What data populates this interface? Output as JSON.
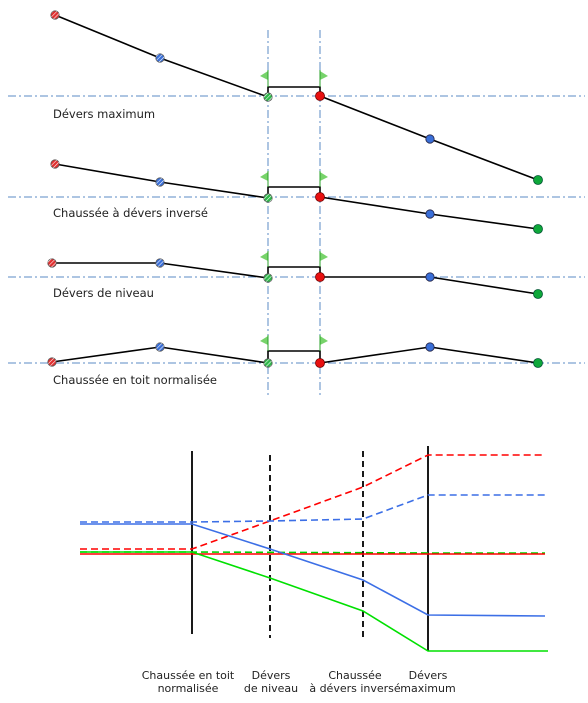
{
  "colors": {
    "guide": "#5b8bc5",
    "point_left_outer": "#e03030",
    "point_left_inner": "#3a6fd8",
    "point_pivot_left": "#2eb84a",
    "point_pivot_right": "#e81010",
    "point_right_inner": "#3a6fd8",
    "point_right_outer": "#0ea83a",
    "flag": "#77d36a",
    "red": "#ff0000",
    "blue": "#3c6fe6",
    "green": "#00e000",
    "black": "#000000"
  },
  "sections": [
    {
      "label": "Dévers maximum"
    },
    {
      "label": "Chaussée à dévers inversé"
    },
    {
      "label": "Dévers de niveau"
    },
    {
      "label": "Chaussée en toit normalisée"
    }
  ],
  "transition": {
    "stations": [
      {
        "line1": "Chaussée en toit",
        "line2": "normalisée",
        "style": "solid"
      },
      {
        "line1": "Dévers",
        "line2": "de niveau",
        "style": "dashed"
      },
      {
        "line1": "Chaussée",
        "line2": "à dévers inversé",
        "style": "dashed"
      },
      {
        "line1": "Dévers",
        "line2": "maximum",
        "style": "solid"
      }
    ],
    "series": [
      {
        "name": "red_dashed",
        "color": "red",
        "dashed": true
      },
      {
        "name": "blue_dashed",
        "color": "blue",
        "dashed": true
      },
      {
        "name": "green_dashed",
        "color": "green",
        "dashed": true
      },
      {
        "name": "red_solid",
        "color": "red",
        "dashed": false
      },
      {
        "name": "blue_solid",
        "color": "blue",
        "dashed": false
      },
      {
        "name": "green_solid",
        "color": "green",
        "dashed": false
      }
    ]
  }
}
